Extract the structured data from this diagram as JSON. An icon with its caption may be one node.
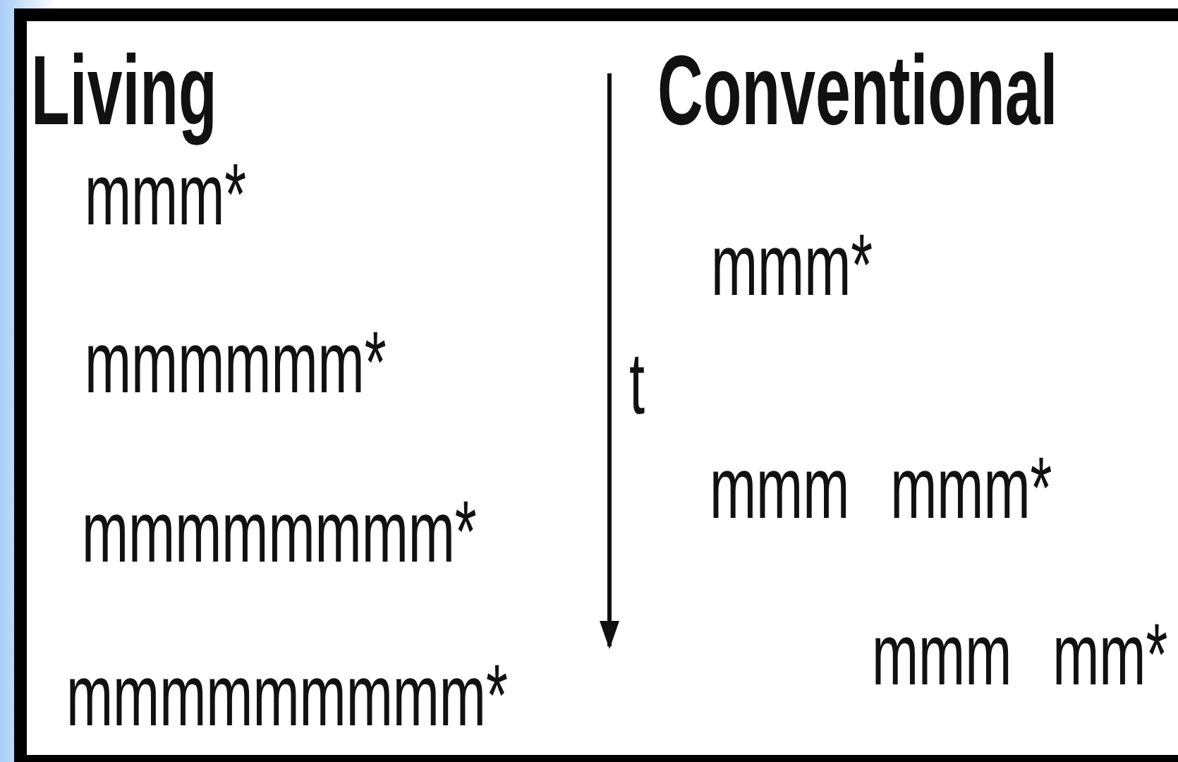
{
  "diagram": {
    "labels": [
      "Living",
      "Conventional",
      "mmm*",
      "mmm*",
      "mmmmmm*",
      "t",
      "mmm mmm*",
      "mmmmmmmm*",
      "mmm mm*",
      "mmmmmmmmm*"
    ]
  }
}
